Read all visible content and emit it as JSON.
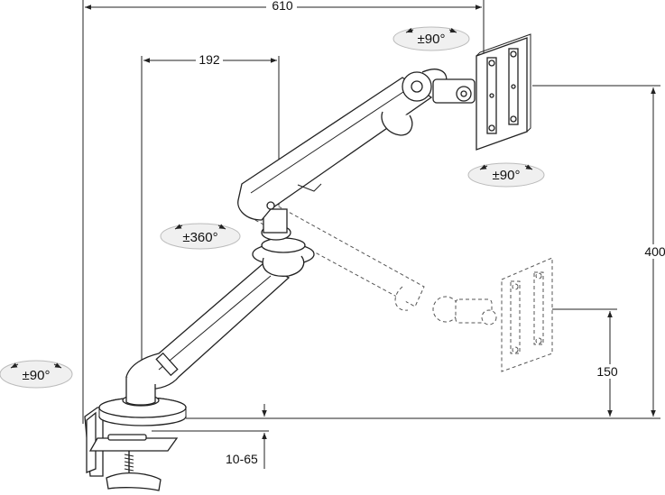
{
  "dimensions": {
    "total_width": "610",
    "offset": "192",
    "height_upper": "400",
    "height_lower": "150",
    "clamp_range": "10-65"
  },
  "rotations": {
    "monitor_top": "±90°",
    "monitor_tilt": "±90°",
    "arm_swivel": "±360°",
    "base": "±90°"
  },
  "colors": {
    "line": "#222222",
    "ellipse_fill": "#f0f0f0",
    "background": "#ffffff"
  }
}
